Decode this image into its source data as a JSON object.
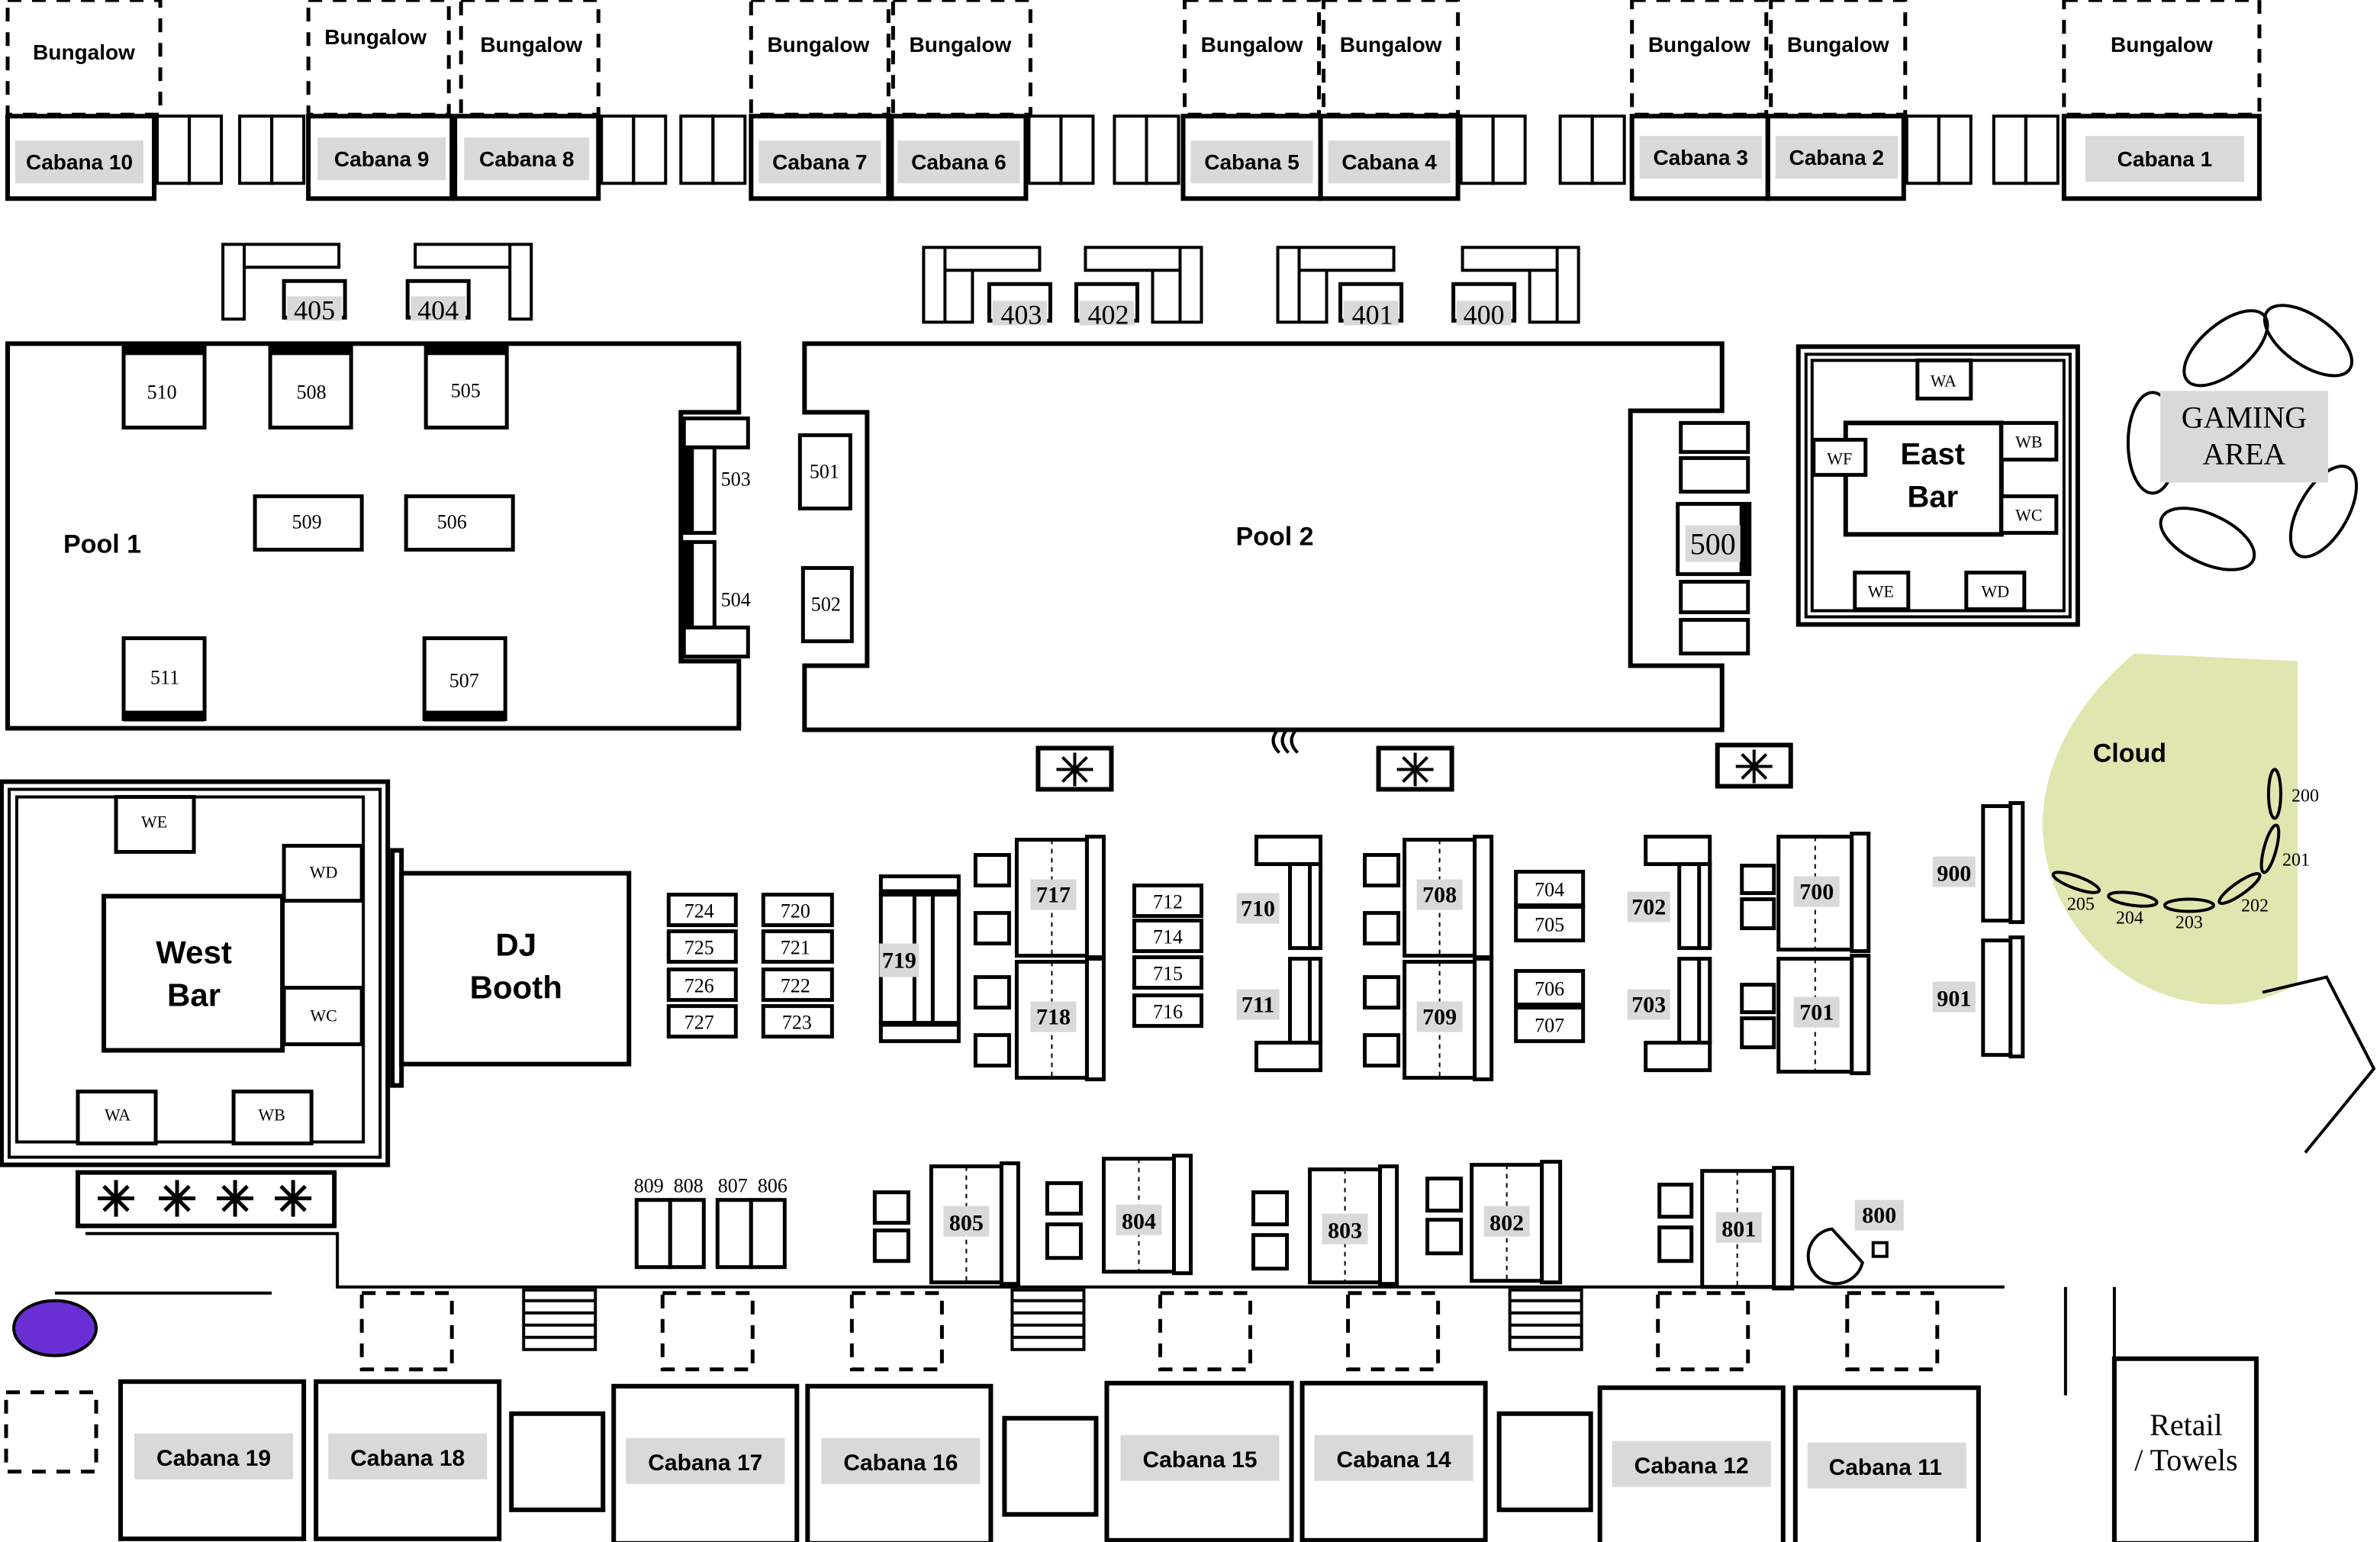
{
  "cabanas_top": [
    "Cabana 10",
    "Cabana 9",
    "Cabana 8",
    "Cabana 7",
    "Cabana 6",
    "Cabana 5",
    "Cabana 4",
    "Cabana 3",
    "Cabana 2",
    "Cabana 1"
  ],
  "bungalow_label": "Bungalow",
  "cabanas_bottom": [
    "Cabana 19",
    "Cabana 18",
    "Cabana 17",
    "Cabana 16",
    "Cabana 15",
    "Cabana 14",
    "Cabana 12",
    "Cabana 11"
  ],
  "pool1": "Pool 1",
  "pool2": "Pool 2",
  "east_bar": {
    "line1": "East",
    "line2": "Bar",
    "stations": [
      "WA",
      "WB",
      "WC",
      "WD",
      "WE",
      "WF"
    ]
  },
  "west_bar": {
    "line1": "West",
    "line2": "Bar",
    "stations": [
      "WA",
      "WB",
      "WC",
      "WD",
      "WE"
    ]
  },
  "dj_booth": {
    "line1": "DJ",
    "line2": "Booth"
  },
  "gaming_area": {
    "line1": "GAMING",
    "line2": "AREA"
  },
  "cloud": {
    "label": "Cloud",
    "seats": [
      "200",
      "201",
      "202",
      "203",
      "204",
      "205"
    ]
  },
  "retail": {
    "line1": "Retail",
    "line2": "/ Towels"
  },
  "tables_400": [
    "405",
    "404",
    "403",
    "402",
    "401",
    "400"
  ],
  "tables_500": [
    "510",
    "508",
    "505",
    "509",
    "506",
    "511",
    "507",
    "503",
    "504",
    "501",
    "502",
    "500"
  ],
  "tables_700": [
    "724",
    "725",
    "726",
    "727",
    "720",
    "721",
    "722",
    "723",
    "712",
    "714",
    "715",
    "716",
    "704",
    "705",
    "706",
    "707",
    "717",
    "718",
    "719",
    "710",
    "711",
    "708",
    "709",
    "702",
    "703",
    "700",
    "701"
  ],
  "tables_800": [
    "809",
    "808",
    "807",
    "806",
    "805",
    "804",
    "803",
    "802",
    "801",
    "800"
  ],
  "tables_900": [
    "900",
    "901"
  ]
}
